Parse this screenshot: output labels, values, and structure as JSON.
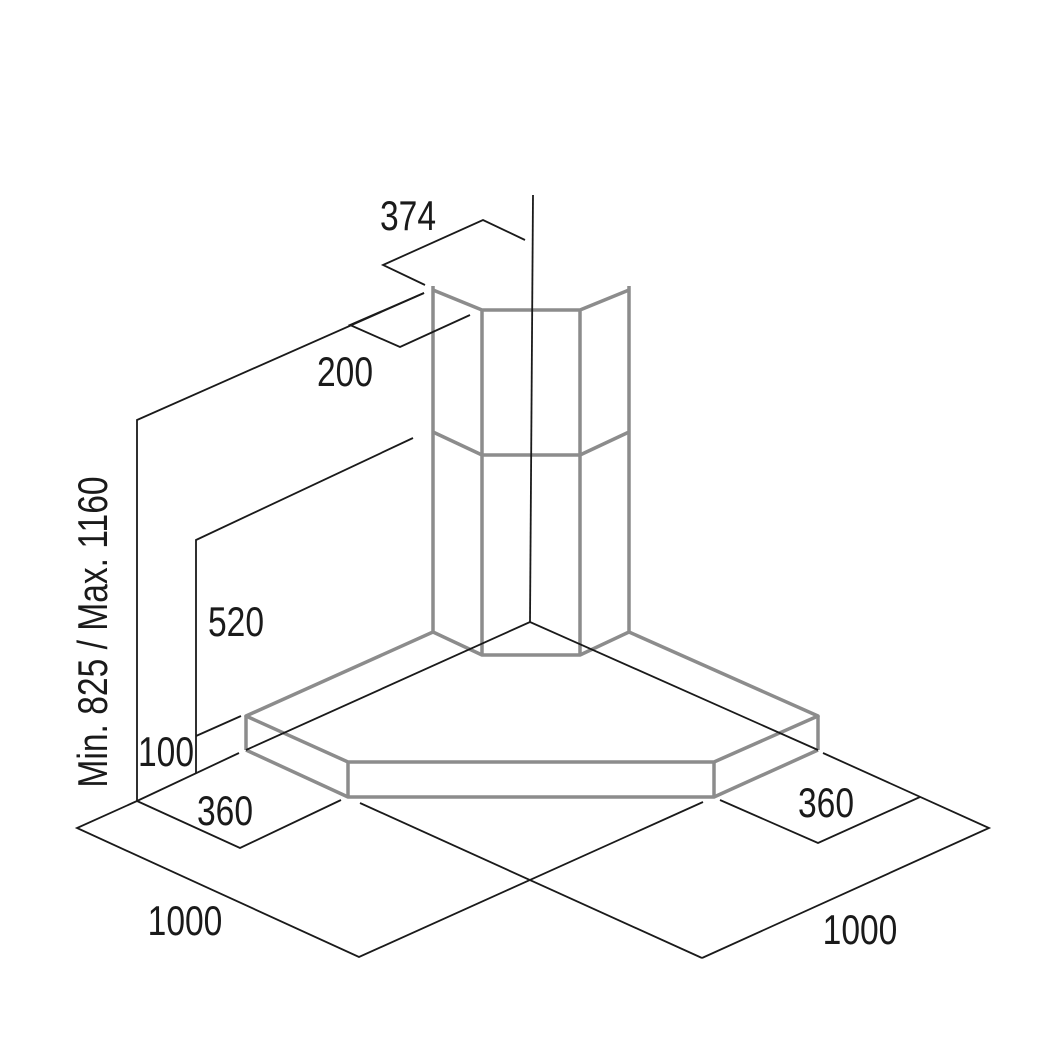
{
  "diagram": {
    "colors": {
      "product_outline": "#8c8c8c",
      "dimension_lines": "#1a1a1a",
      "background": "#ffffff"
    },
    "labels": {
      "chimney_width": "374",
      "chimney_depth": "200",
      "total_height": "Min. 825 / Max. 1160",
      "upper_chimney_height": "520",
      "canopy_height": "100",
      "canopy_depth_left": "360",
      "canopy_depth_right": "360",
      "wall_length_left": "1000",
      "wall_length_right": "1000"
    }
  }
}
